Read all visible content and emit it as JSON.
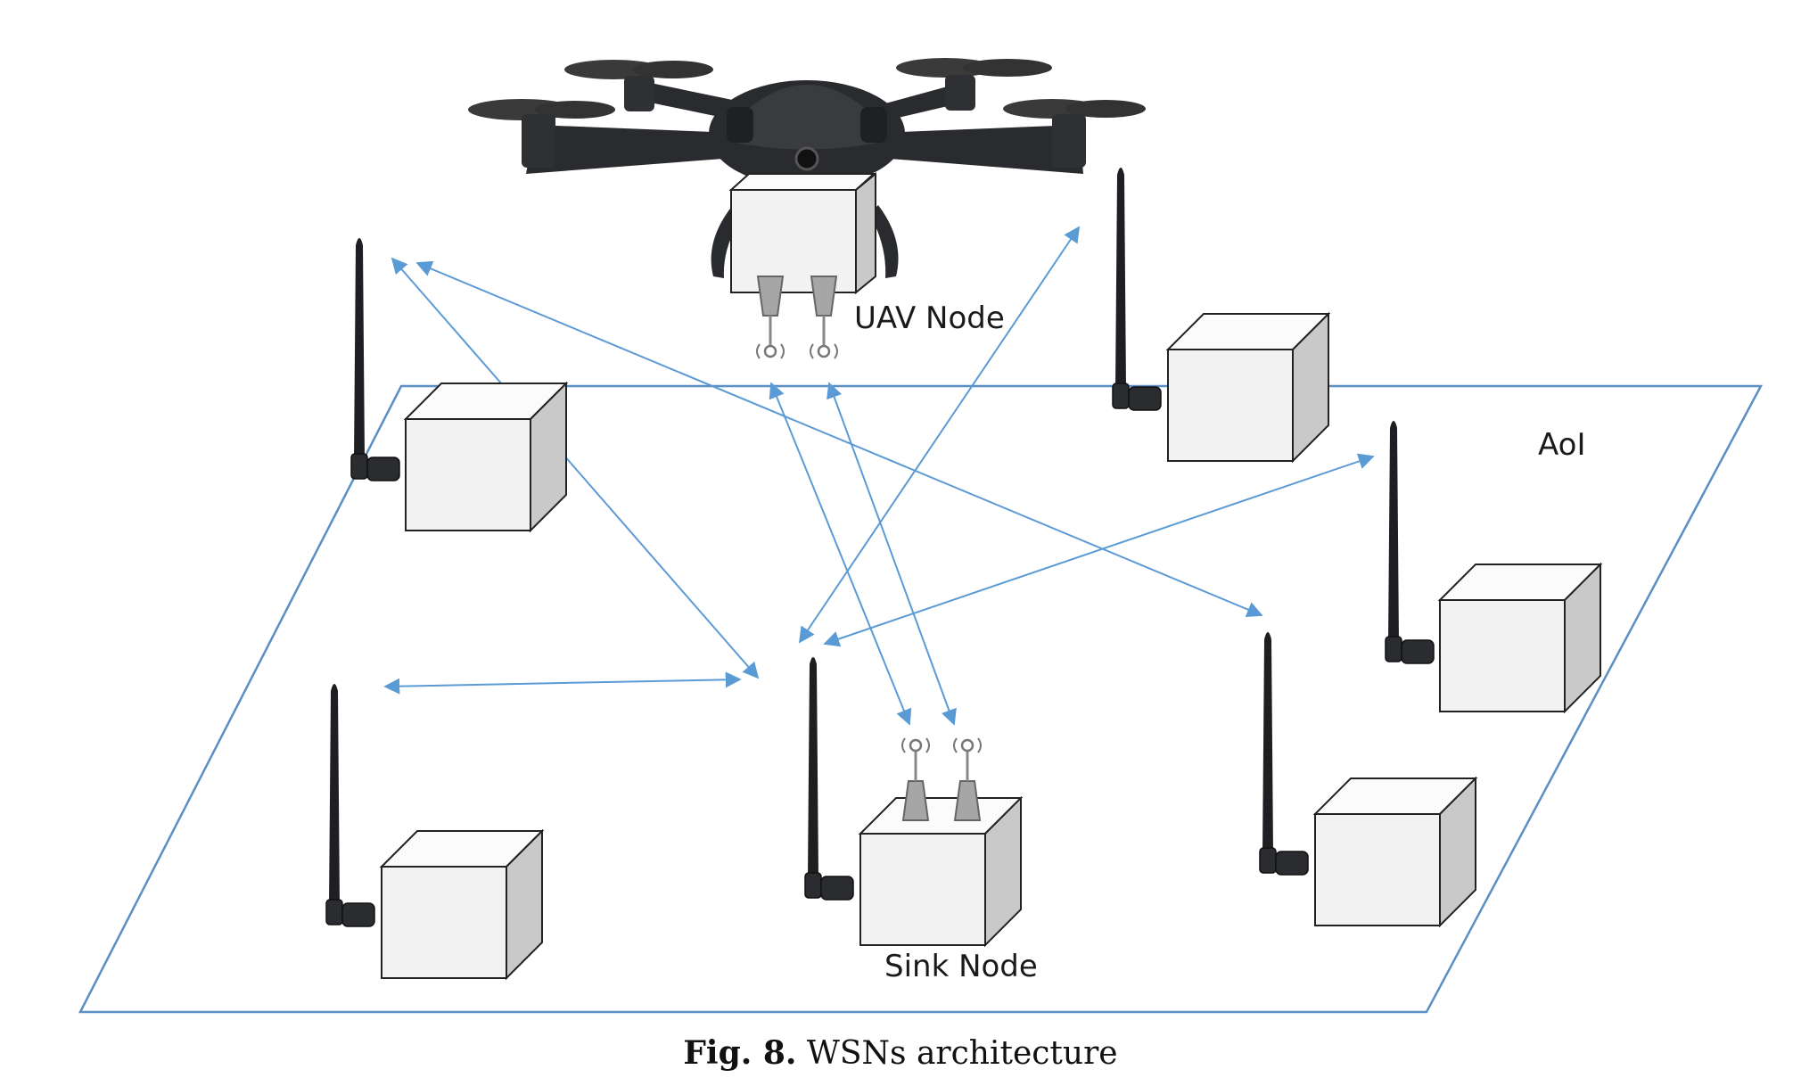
{
  "labels": {
    "uav": "UAV Node",
    "sink": "Sink Node",
    "area": "AoI"
  },
  "caption": {
    "number": "Fig. 8.",
    "text": " WSNs architecture"
  },
  "colors": {
    "link": "#5b9bd5",
    "area_outline": "#5b8fc4",
    "box_side": "#c9c9c9",
    "drone_body": "#2a2b2e"
  },
  "icons": [
    "drone-icon",
    "antenna-icon",
    "sensor-box-icon",
    "radio-antenna-icon"
  ]
}
